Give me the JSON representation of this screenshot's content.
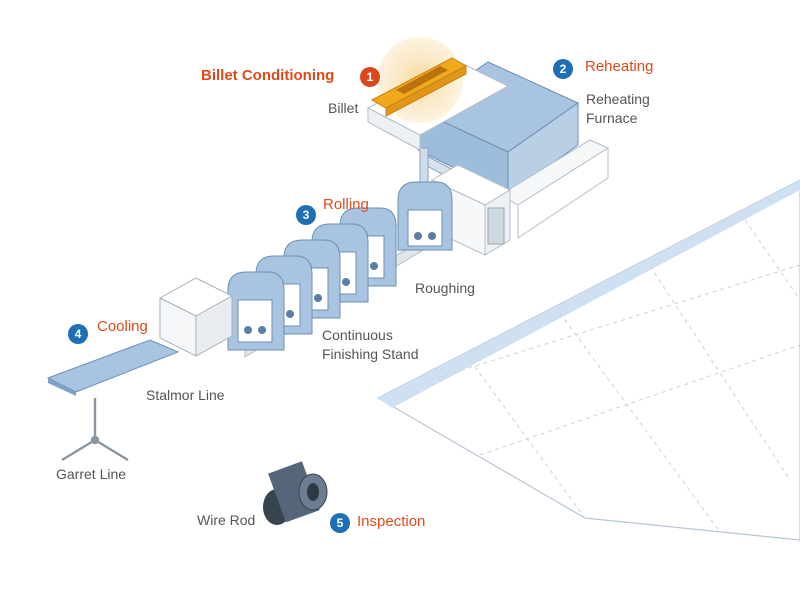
{
  "steps": [
    {
      "number": "1",
      "title": "Billet Conditioning"
    },
    {
      "number": "2",
      "title": "Reheating"
    },
    {
      "number": "3",
      "title": "Rolling"
    },
    {
      "number": "4",
      "title": "Cooling"
    },
    {
      "number": "5",
      "title": "Inspection"
    }
  ],
  "labels": {
    "billet": "Billet",
    "reheating_furnace_line1": "Reheating",
    "reheating_furnace_line2": "Furnace",
    "roughing": "Roughing",
    "finishing_line1": "Continuous",
    "finishing_line2": "Finishing Stand",
    "stalmor_line": "Stalmor Line",
    "garret_line": "Garret Line",
    "wire_rod": "Wire Rod"
  },
  "colors": {
    "step_title": "#e04a1a",
    "badge_orange": "#d9471a",
    "badge_blue": "#1f6fb5",
    "equipment_blue": "#a9c4e0",
    "billet_orange": "#f2a81d",
    "label_gray": "#555555"
  }
}
